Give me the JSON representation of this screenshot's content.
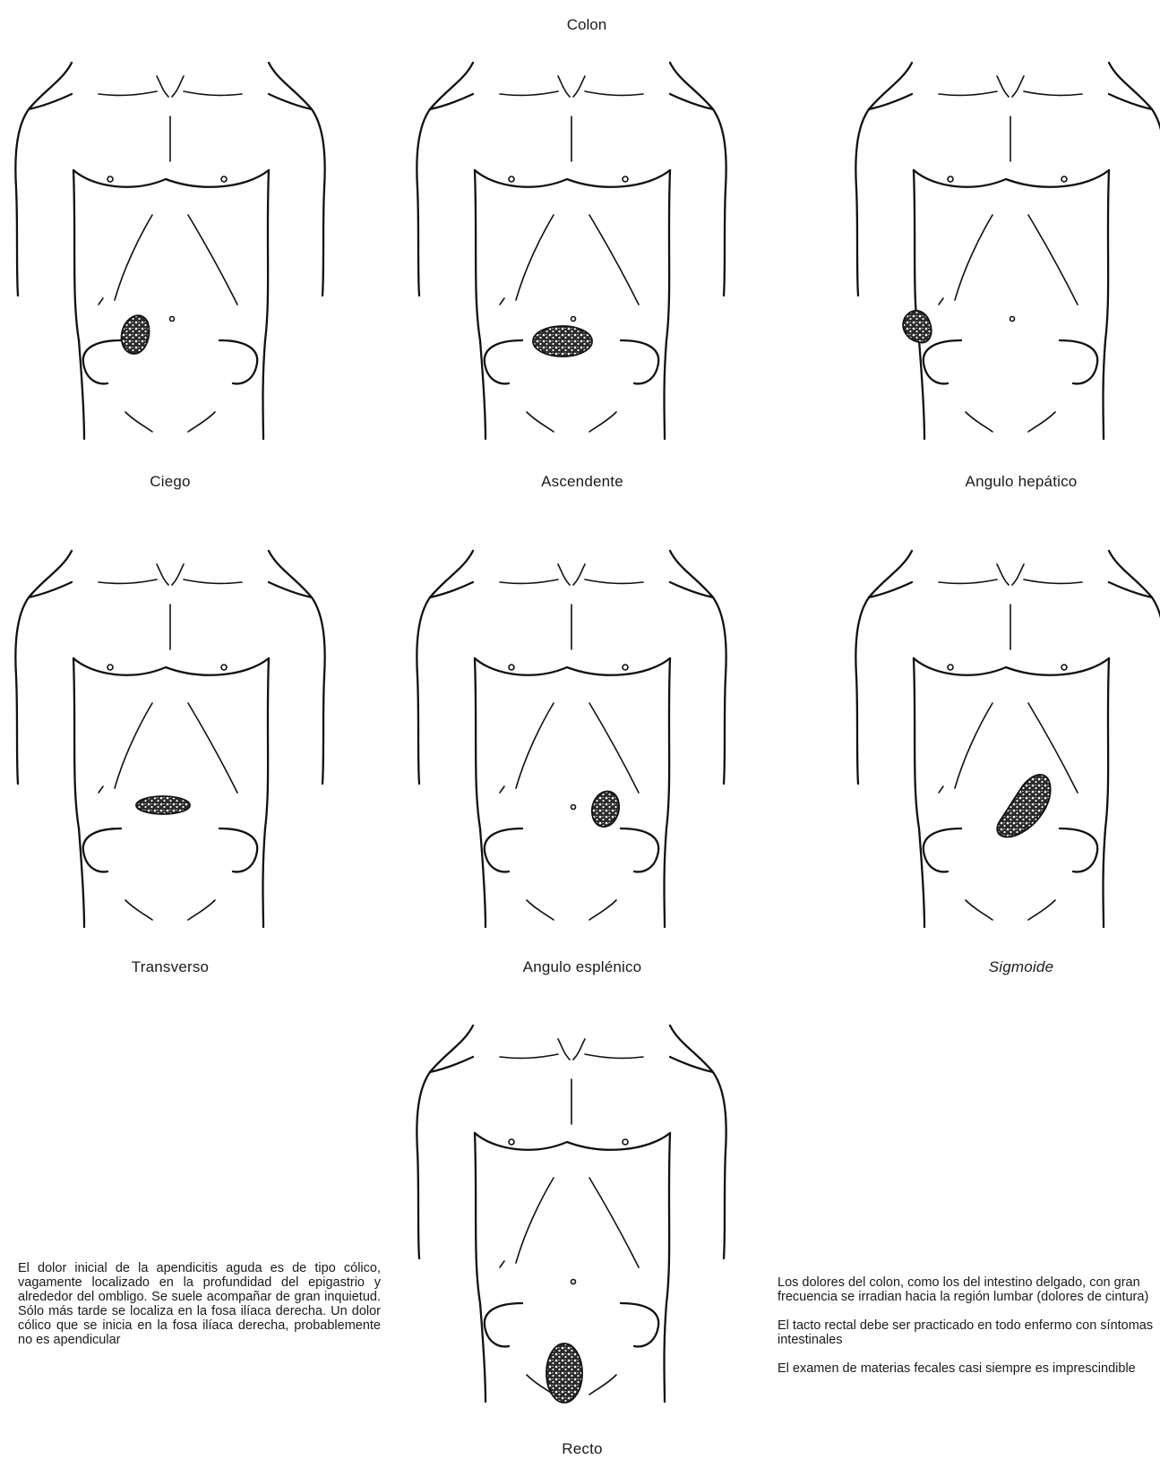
{
  "title": "Colon",
  "figures": [
    {
      "label": "Ciego",
      "pain_site": "cecum-right-lower",
      "icon": "torso-outline"
    },
    {
      "label": "Ascendente",
      "pain_site": "periumbilical",
      "icon": "torso-outline"
    },
    {
      "label": "Angulo hepático",
      "pain_site": "right-flank",
      "icon": "torso-outline"
    },
    {
      "label": "Transverso",
      "pain_site": "infra-umbilical-transverse",
      "icon": "torso-outline"
    },
    {
      "label": "Angulo esplénico",
      "pain_site": "left-flank",
      "icon": "torso-outline"
    },
    {
      "label": "Sigmoide",
      "pain_site": "left-lower-oblique",
      "icon": "torso-outline"
    },
    {
      "label": "Recto",
      "pain_site": "suprapubic",
      "icon": "torso-outline"
    }
  ],
  "notes": {
    "left": "El dolor inicial de la apendicitis aguda es de tipo cólico, vagamente localizado en la profundidad del epigastrio y alrededor del ombligo. Se suele acompañar de gran inquietud. Sólo más tarde se localiza en la fosa ilíaca derecha. Un dolor cólico que se inicia en la fosa ilíaca derecha, probablemente no es apendicular",
    "right": [
      "Los dolores del colon, como los del intestino delgado, con gran frecuencia se irradian hacia la región lumbar (dolores de cintura)",
      "El tacto rectal debe ser practicado en todo enfermo con síntomas intestinales",
      "El examen de materias fecales casi siempre es imprescindible"
    ]
  }
}
